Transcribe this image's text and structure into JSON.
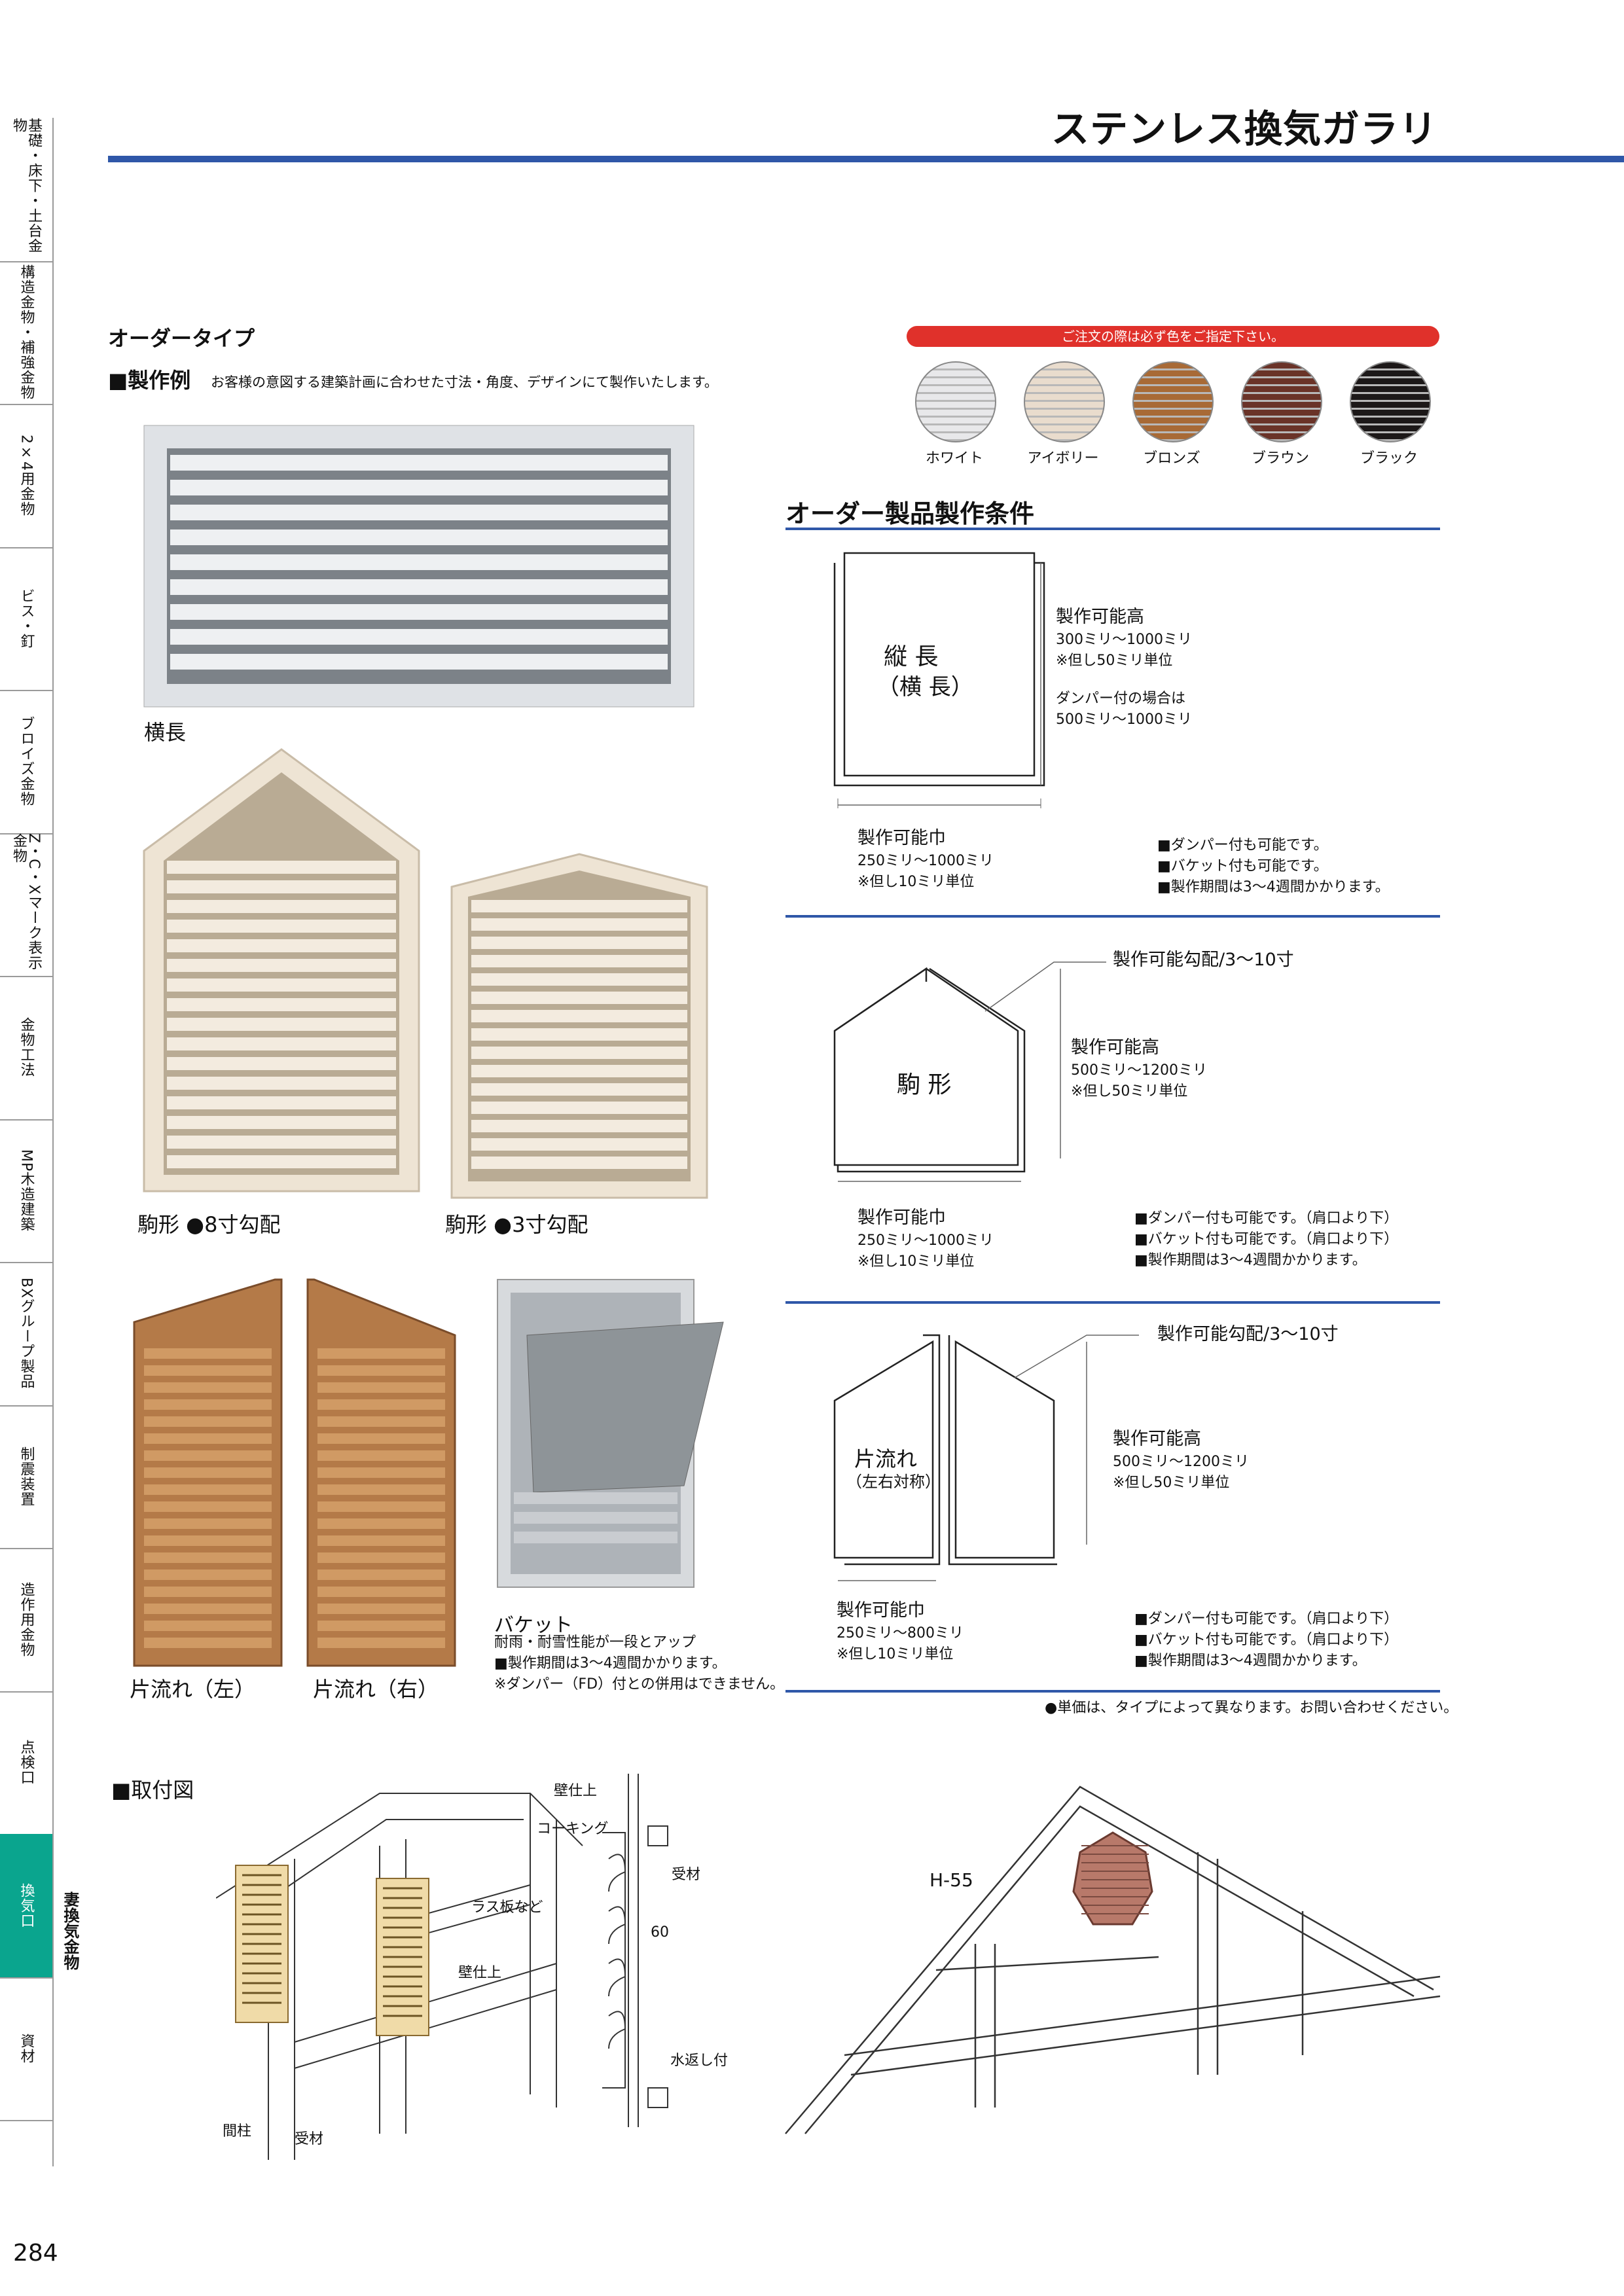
{
  "page": {
    "title": "ステンレス換気ガラリ",
    "page_number": "284",
    "side_sub_label": "妻換気金物"
  },
  "side_tabs": [
    {
      "label": "基礎・床下・土台金物",
      "active": false
    },
    {
      "label": "構造金物・補強金物",
      "active": false
    },
    {
      "label": "2×4用金物",
      "active": false
    },
    {
      "label": "ビス・釘",
      "active": false
    },
    {
      "label": "ブロイズ金物",
      "active": false
    },
    {
      "label": "Z・C・Xマーク表示金物",
      "active": false
    },
    {
      "label": "金物工法",
      "active": false
    },
    {
      "label": "MP木造建築",
      "active": false
    },
    {
      "label": "BXグループ製品",
      "active": false
    },
    {
      "label": "制震装置",
      "active": false
    },
    {
      "label": "造作用金物",
      "active": false
    },
    {
      "label": "点検口",
      "active": false
    },
    {
      "label": "換気口",
      "active": true
    },
    {
      "label": "資材",
      "active": false
    }
  ],
  "order_type": {
    "heading": "オーダータイプ",
    "example_heading": "■製作例",
    "example_desc": "お客様の意図する建築計画に合わせた寸法・角度、デザインにて製作いたします。"
  },
  "products": {
    "yokonaga": "横長",
    "koma8": "駒形 ●8寸勾配",
    "koma3": "駒形 ●3寸勾配",
    "kata_left": "片流れ（左）",
    "kata_right": "片流れ（右）",
    "bucket_title": "バケット",
    "bucket_line1": "耐雨・耐雪性能が一段とアップ",
    "bucket_line2": "■製作期間は3〜4週間かかります。",
    "bucket_line3": "※ダンパー（FD）付との併用はできません。"
  },
  "colors": {
    "order_note": "ご注文の際は必ず色をご指定下さい。",
    "chips": [
      {
        "name": "ホワイト",
        "hex": "#e8e8ea"
      },
      {
        "name": "アイボリー",
        "hex": "#e9dccd"
      },
      {
        "name": "ブロンズ",
        "hex": "#a86a36"
      },
      {
        "name": "ブラウン",
        "hex": "#6a3328"
      },
      {
        "name": "ブラック",
        "hex": "#1c1818"
      }
    ]
  },
  "conditions": {
    "heading": "オーダー製品製作条件",
    "tate": {
      "shape_label1": "縦 長",
      "shape_label2": "（横 長）",
      "height_title": "製作可能高",
      "height_range": "300ミリ〜1000ミリ",
      "height_unit": "※但し50ミリ単位",
      "damper_title": "ダンパー付の場合は",
      "damper_range": "500ミリ〜1000ミリ",
      "width_title": "製作可能巾",
      "width_range": "250ミリ〜1000ミリ",
      "width_unit": "※但し10ミリ単位",
      "notes": [
        "■ダンパー付も可能です。",
        "■バケット付も可能です。",
        "■製作期間は3〜4週間かかります。"
      ]
    },
    "koma": {
      "shape_label": "駒 形",
      "slope": "製作可能勾配/3〜10寸",
      "height_title": "製作可能高",
      "height_range": "500ミリ〜1200ミリ",
      "height_unit": "※但し50ミリ単位",
      "width_title": "製作可能巾",
      "width_range": "250ミリ〜1000ミリ",
      "width_unit": "※但し10ミリ単位",
      "notes": [
        "■ダンパー付も可能です。（肩口より下）",
        "■バケット付も可能です。（肩口より下）",
        "■製作期間は3〜4週間かかります。"
      ]
    },
    "kata": {
      "shape_label1": "片流れ",
      "shape_label2": "（左右対称）",
      "slope": "製作可能勾配/3〜10寸",
      "height_title": "製作可能高",
      "height_range": "500ミリ〜1200ミリ",
      "height_unit": "※但し50ミリ単位",
      "width_title": "製作可能巾",
      "width_range": "250ミリ〜800ミリ",
      "width_unit": "※但し10ミリ単位",
      "notes": [
        "■ダンパー付も可能です。（肩口より下）",
        "■バケット付も可能です。（肩口より下）",
        "■製作期間は3〜4週間かかります。"
      ]
    },
    "price_note": "●単価は、タイプによって異なります。お問い合わせください。"
  },
  "install": {
    "heading": "■取付図",
    "lath": "ラス板など",
    "wall1": "壁仕上",
    "post": "間柱",
    "ukezai1": "受材",
    "wall2": "壁仕上",
    "caulking": "コーキング",
    "ukezai2": "受材",
    "dim60": "60",
    "mizugaeshi": "水返し付",
    "model": "H-55"
  }
}
